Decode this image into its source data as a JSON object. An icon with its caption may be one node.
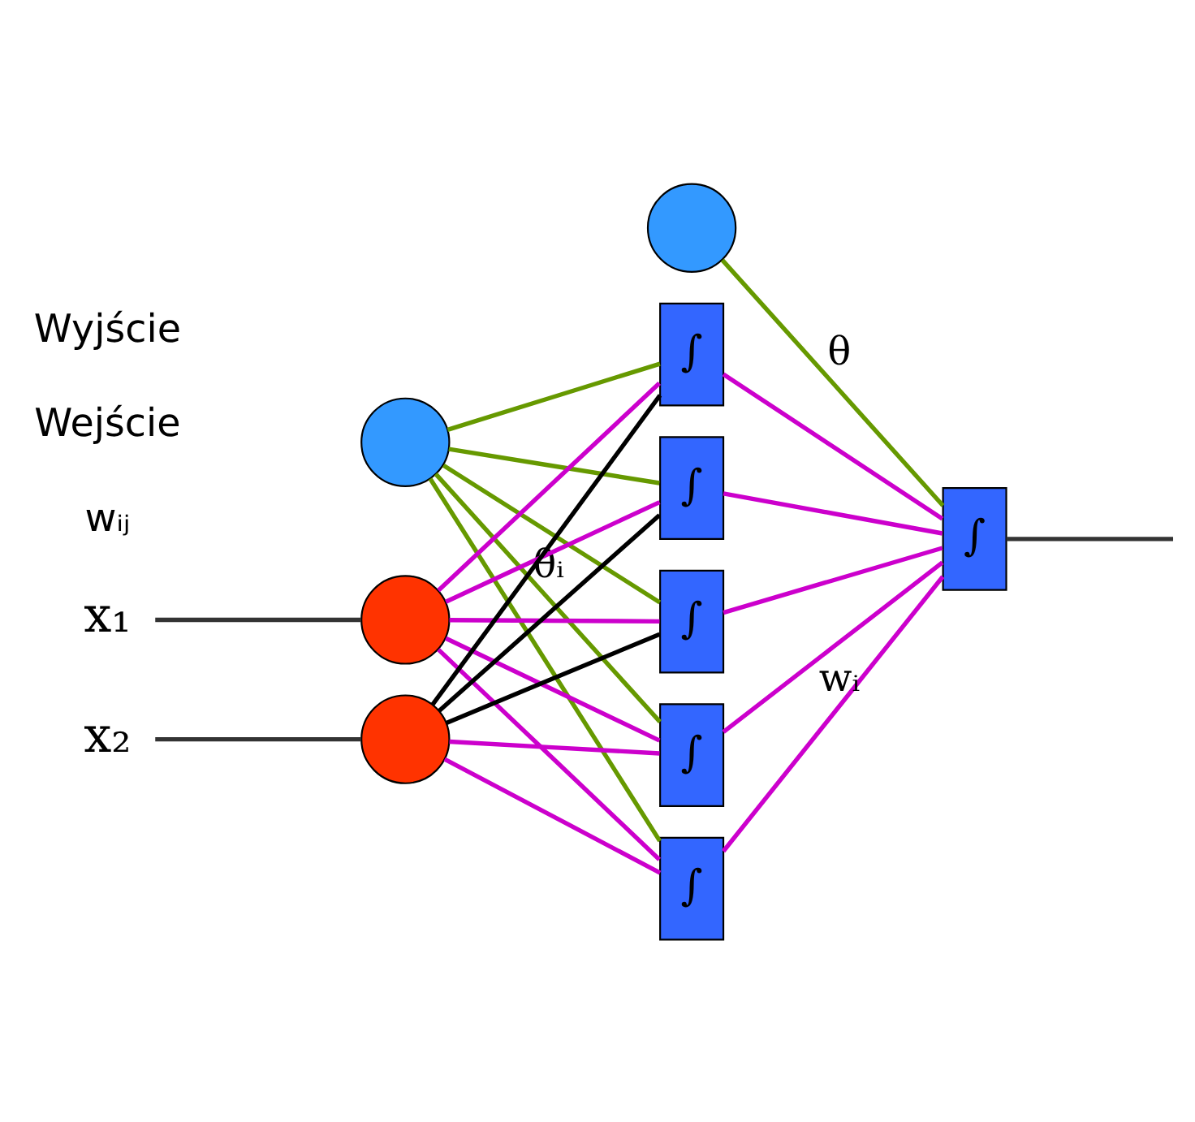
{
  "diagram": {
    "nodes": [
      {
        "text": [],
        "shape": "circle"
      },
      {
        "text": [],
        "shape": "circle"
      },
      {
        "text": [
          "x₁"
        ]
      },
      {
        "text": [],
        "shape": "circle"
      },
      {
        "text": [
          "x₂"
        ]
      },
      {
        "text": [],
        "shape": "circle"
      },
      {
        "text": [
          "∫"
        ]
      },
      {
        "text": [
          "∫"
        ]
      },
      {
        "text": [
          "∫"
        ]
      },
      {
        "text": [
          "∫"
        ]
      },
      {
        "text": [
          "∫"
        ]
      },
      {
        "text": [
          "∫"
        ]
      }
    ],
    "edges": [
      {
        "from": 2,
        "to": 3,
        "arrow": "none",
        "color": "#333333"
      },
      {
        "from": 4,
        "to": 5,
        "arrow": "none",
        "color": "#333333"
      },
      {
        "from": 1,
        "to": 6,
        "arrow": "none",
        "color": "#669900",
        "label": "θᵢ"
      },
      {
        "from": 1,
        "to": 7,
        "arrow": "none",
        "color": "#669900"
      },
      {
        "from": 1,
        "to": 8,
        "arrow": "none",
        "color": "#669900"
      },
      {
        "from": 1,
        "to": 9,
        "arrow": "none",
        "color": "#669900"
      },
      {
        "from": 1,
        "to": 10,
        "arrow": "none",
        "color": "#669900"
      },
      {
        "from": 3,
        "to": 6,
        "arrow": "none"
      },
      {
        "from": 3,
        "to": 7,
        "arrow": "none"
      },
      {
        "from": 3,
        "to": 8,
        "arrow": "none"
      },
      {
        "from": 3,
        "to": 9,
        "arrow": "none"
      },
      {
        "from": 3,
        "to": 10,
        "arrow": "none"
      },
      {
        "from": 5,
        "to": 6,
        "arrow": "none"
      },
      {
        "from": 5,
        "to": 7,
        "arrow": "none",
        "color": "#000000"
      },
      {
        "from": 5,
        "to": 8,
        "arrow": "none",
        "color": "#000000"
      },
      {
        "from": 5,
        "to": 9,
        "arrow": "none",
        "color": "#000000"
      },
      {
        "from": 5,
        "to": 10,
        "arrow": "none"
      },
      {
        "from": 0,
        "to": 11,
        "arrow": "none",
        "color": "#669900",
        "label": "θ"
      },
      {
        "from": 6,
        "to": 11,
        "arrow": "none"
      },
      {
        "from": 7,
        "to": 11,
        "arrow": "none"
      },
      {
        "from": 8,
        "to": 11,
        "arrow": "none"
      },
      {
        "from": 9,
        "to": 11,
        "arrow": "none"
      },
      {
        "from": 10,
        "to": 11,
        "arrow": "none",
        "label": "wᵢ"
      },
      {
        "from": 11,
        "to": null,
        "arrow": "none",
        "color": "#333333"
      }
    ],
    "labels": [
      "wᵢⱼ",
      "Wejście",
      "Wyjście"
    ]
  }
}
